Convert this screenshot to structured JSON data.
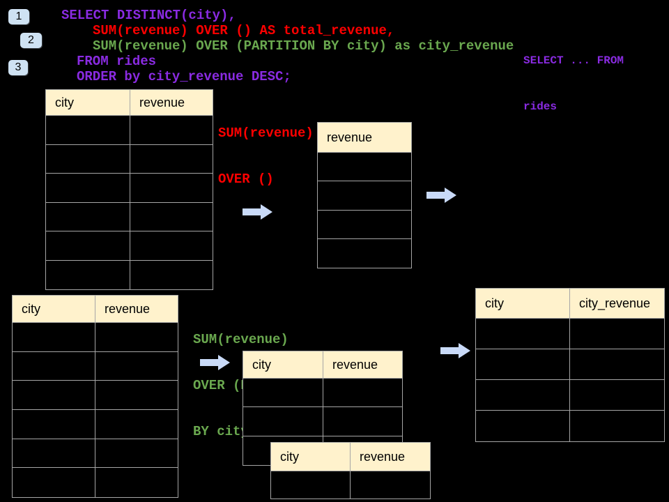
{
  "code_block": {
    "lines": [
      {
        "text": "SELECT DISTINCT(city),",
        "color": "purple"
      },
      {
        "text": "SUM(revenue) OVER () AS total_revenue,",
        "color": "red"
      },
      {
        "text": "SUM(revenue) OVER (PARTITION BY city) as city_revenue",
        "color": "green"
      },
      {
        "text": "FROM rides",
        "color": "purple"
      },
      {
        "text": "ORDER by city_revenue DESC;",
        "color": "purple"
      }
    ]
  },
  "side_note": {
    "line1": "SELECT ... FROM",
    "line2": "rides"
  },
  "badges": {
    "step1": "1",
    "step2": "2",
    "step3": "3"
  },
  "labels": {
    "total_revenue_fn": {
      "line1": "SUM(revenue)",
      "line2": "OVER ()"
    },
    "partition_fn": {
      "line1": "SUM(revenue)",
      "line2": "OVER (PARTITION",
      "line3": "BY city)"
    }
  },
  "tables": {
    "source_top": {
      "headers": [
        "city",
        "revenue"
      ],
      "row_count": 6
    },
    "total_revenue": {
      "headers": [
        "revenue"
      ],
      "row_count": 4
    },
    "source_bottom": {
      "headers": [
        "city",
        "revenue"
      ],
      "row_count": 6
    },
    "partition_mid": {
      "headers": [
        "city",
        "revenue"
      ],
      "row_count": 3
    },
    "partition_front": {
      "headers": [
        "city",
        "revenue"
      ],
      "row_count": 1
    },
    "result_right": {
      "headers": [
        "city",
        "city_revenue"
      ],
      "row_count": 4
    }
  },
  "colors": {
    "background": "#000000",
    "sql_purple": "#8A2BE2",
    "sql_red": "#FF0000",
    "sql_green": "#6AA84F",
    "table_header_bg": "#FFF2CC",
    "table_border": "#A6A6A6",
    "arrow_fill": "#C9DAF8",
    "badge_bg": "#CFE2F3"
  }
}
